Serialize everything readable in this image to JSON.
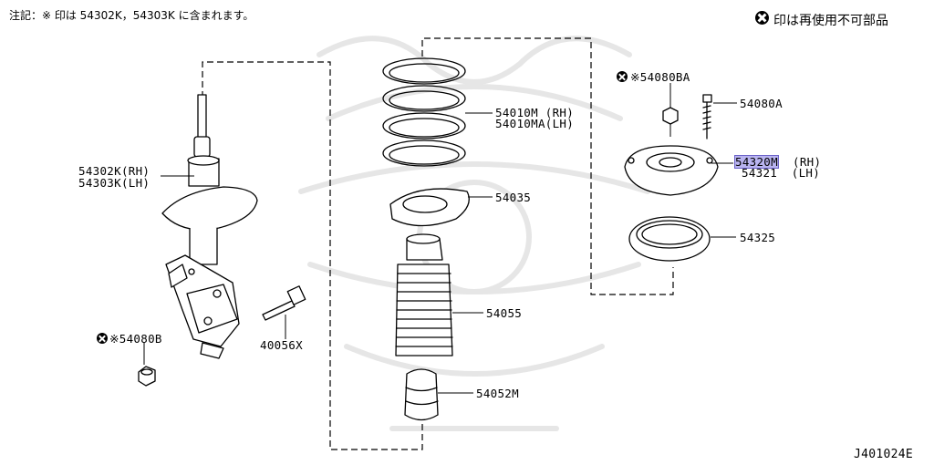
{
  "header": {
    "note": "注記：※ 印は 54302K，54303K に含まれます。",
    "legend_text": "印は再使用不可部品"
  },
  "labels": {
    "strut": [
      "54302K(RH)",
      "54303K(LH)"
    ],
    "bolt": "40056X",
    "nut_lower": "※54080B",
    "spring": [
      "54010M (RH)",
      "54010MA(LH)"
    ],
    "seat": "54035",
    "bound_bumper": "54055",
    "rebound_stopper": "54052M",
    "nut_upper": "※54080BA",
    "stud": "54080A",
    "mount_rh_code": "54320M",
    "mount_rh_side": "(RH)",
    "mount_lh": "54321  (LH)",
    "bearing": "54325"
  },
  "footer": {
    "code": "J401024E"
  },
  "colors": {
    "highlight": "#b9b4f0",
    "line": "#000000",
    "watermark": "#e6e6e6"
  }
}
